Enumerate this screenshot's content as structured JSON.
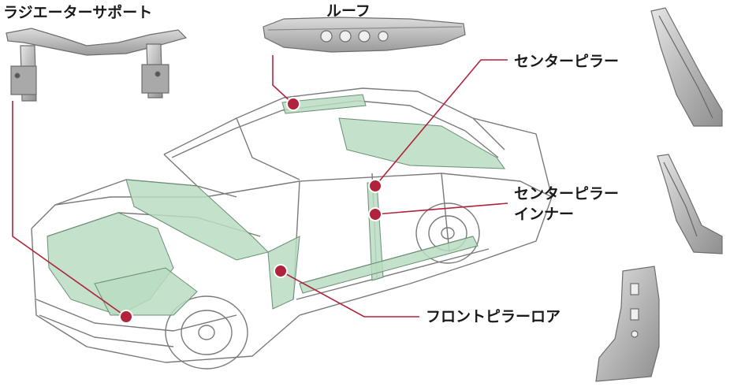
{
  "labels": {
    "radiator_support": "ラジエーターサポート",
    "roof": "ルーフ",
    "center_pillar": "センターピラー",
    "center_pillar_inner_line1": "センターピラー",
    "center_pillar_inner_line2": "インナー",
    "front_pillar_lower": "フロントピラーロア"
  },
  "colors": {
    "leader_line": "#b0233a",
    "highlight_fill": "#b9dcc2",
    "car_outline": "#7a7a7a",
    "part_metal": "#c9c9c9"
  }
}
